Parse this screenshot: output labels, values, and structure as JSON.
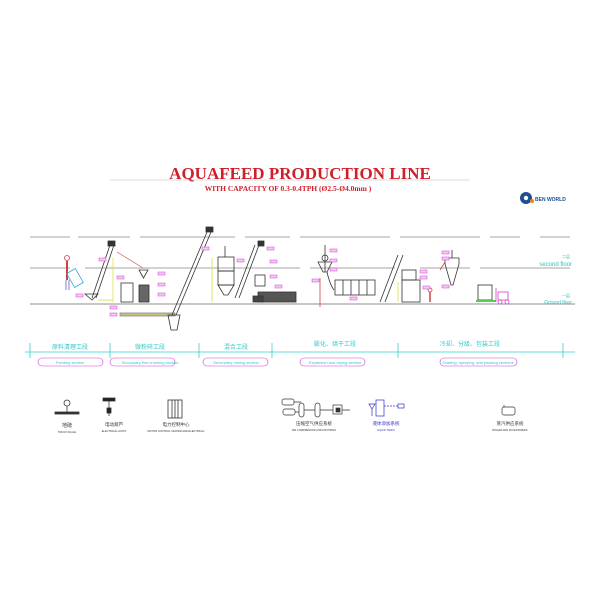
{
  "title": "AQUAFEED PRODUCTION LINE",
  "subtitle": "WITH CAPACITY OF  0.3-0.4TPH (Ø2.5-Ø4.0mm )",
  "logo": {
    "text": "BEN WORLD"
  },
  "floors": {
    "second_cn": "二层",
    "second_en": "second floor",
    "ground_cn": "一层",
    "ground_en": "Ground floor"
  },
  "sections": [
    {
      "cn": "原料清理工段",
      "en": "Feeding section"
    },
    {
      "cn": "微粉碎工段",
      "en": "Secondary fine crushing section"
    },
    {
      "cn": "混合工段",
      "en": "Secondary mixing section"
    },
    {
      "cn": "膨化、烘干工段",
      "en": "Expansion and drying section"
    },
    {
      "cn": "冷却、分级、包装工段",
      "en": "Grading, spraying, and packing sections"
    }
  ],
  "legend": [
    {
      "cn": "地磅",
      "en": "TRUCK SCALE",
      "icon": "truck-scale-icon"
    },
    {
      "cn": "电动葫芦",
      "en": "ELECTRICAL HOIST",
      "icon": "hoist-icon"
    },
    {
      "cn": "电力控制中心",
      "en": "MOTOR CONTROL CENTER AND ELECTRICAL",
      "icon": "control-cabinet-icon"
    },
    {
      "cn": "压缩空气供应系统",
      "en": "AIR COMPRESSOR AND AIR PIPING",
      "icon": "air-compressor-icon"
    },
    {
      "cn": "液体添加系统",
      "en": "LIQUID TANKS",
      "icon": "liquid-tank-icon"
    },
    {
      "cn": "蒸汽供应系统",
      "en": "BOILER AND ACCESSORIES",
      "icon": "boiler-icon"
    }
  ],
  "colors": {
    "title": "#d01f2a",
    "dimension": "#2fd0d0",
    "tag": "#d040d0",
    "legend_blue": "#3030d0"
  }
}
